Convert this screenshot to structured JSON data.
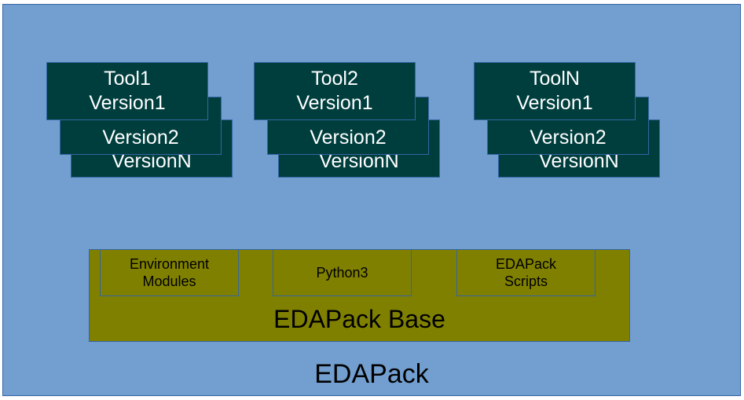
{
  "diagram": {
    "container": {
      "label": "EDAPack",
      "fill": "#729fcf",
      "stroke": "#3465a4"
    },
    "tools": [
      {
        "name": "Tool1",
        "versions": [
          "Version1",
          "Version2",
          "VersionN"
        ],
        "hidden_label": "Tool2"
      },
      {
        "name": "Tool2",
        "versions": [
          "Version1",
          "Version2",
          "VersionN"
        ],
        "hidden_label": "Tool2"
      },
      {
        "name": "ToolN",
        "versions": [
          "Version1",
          "Version2",
          "VersionN"
        ],
        "hidden_label": "Tool2"
      }
    ],
    "tool_card_fill": "#003e3e",
    "base": {
      "label": "EDAPack Base",
      "fill": "#808000",
      "components": [
        {
          "label": "Environment\nModules"
        },
        {
          "label": "Python3"
        },
        {
          "label": "EDAPack\nScripts"
        }
      ]
    }
  }
}
